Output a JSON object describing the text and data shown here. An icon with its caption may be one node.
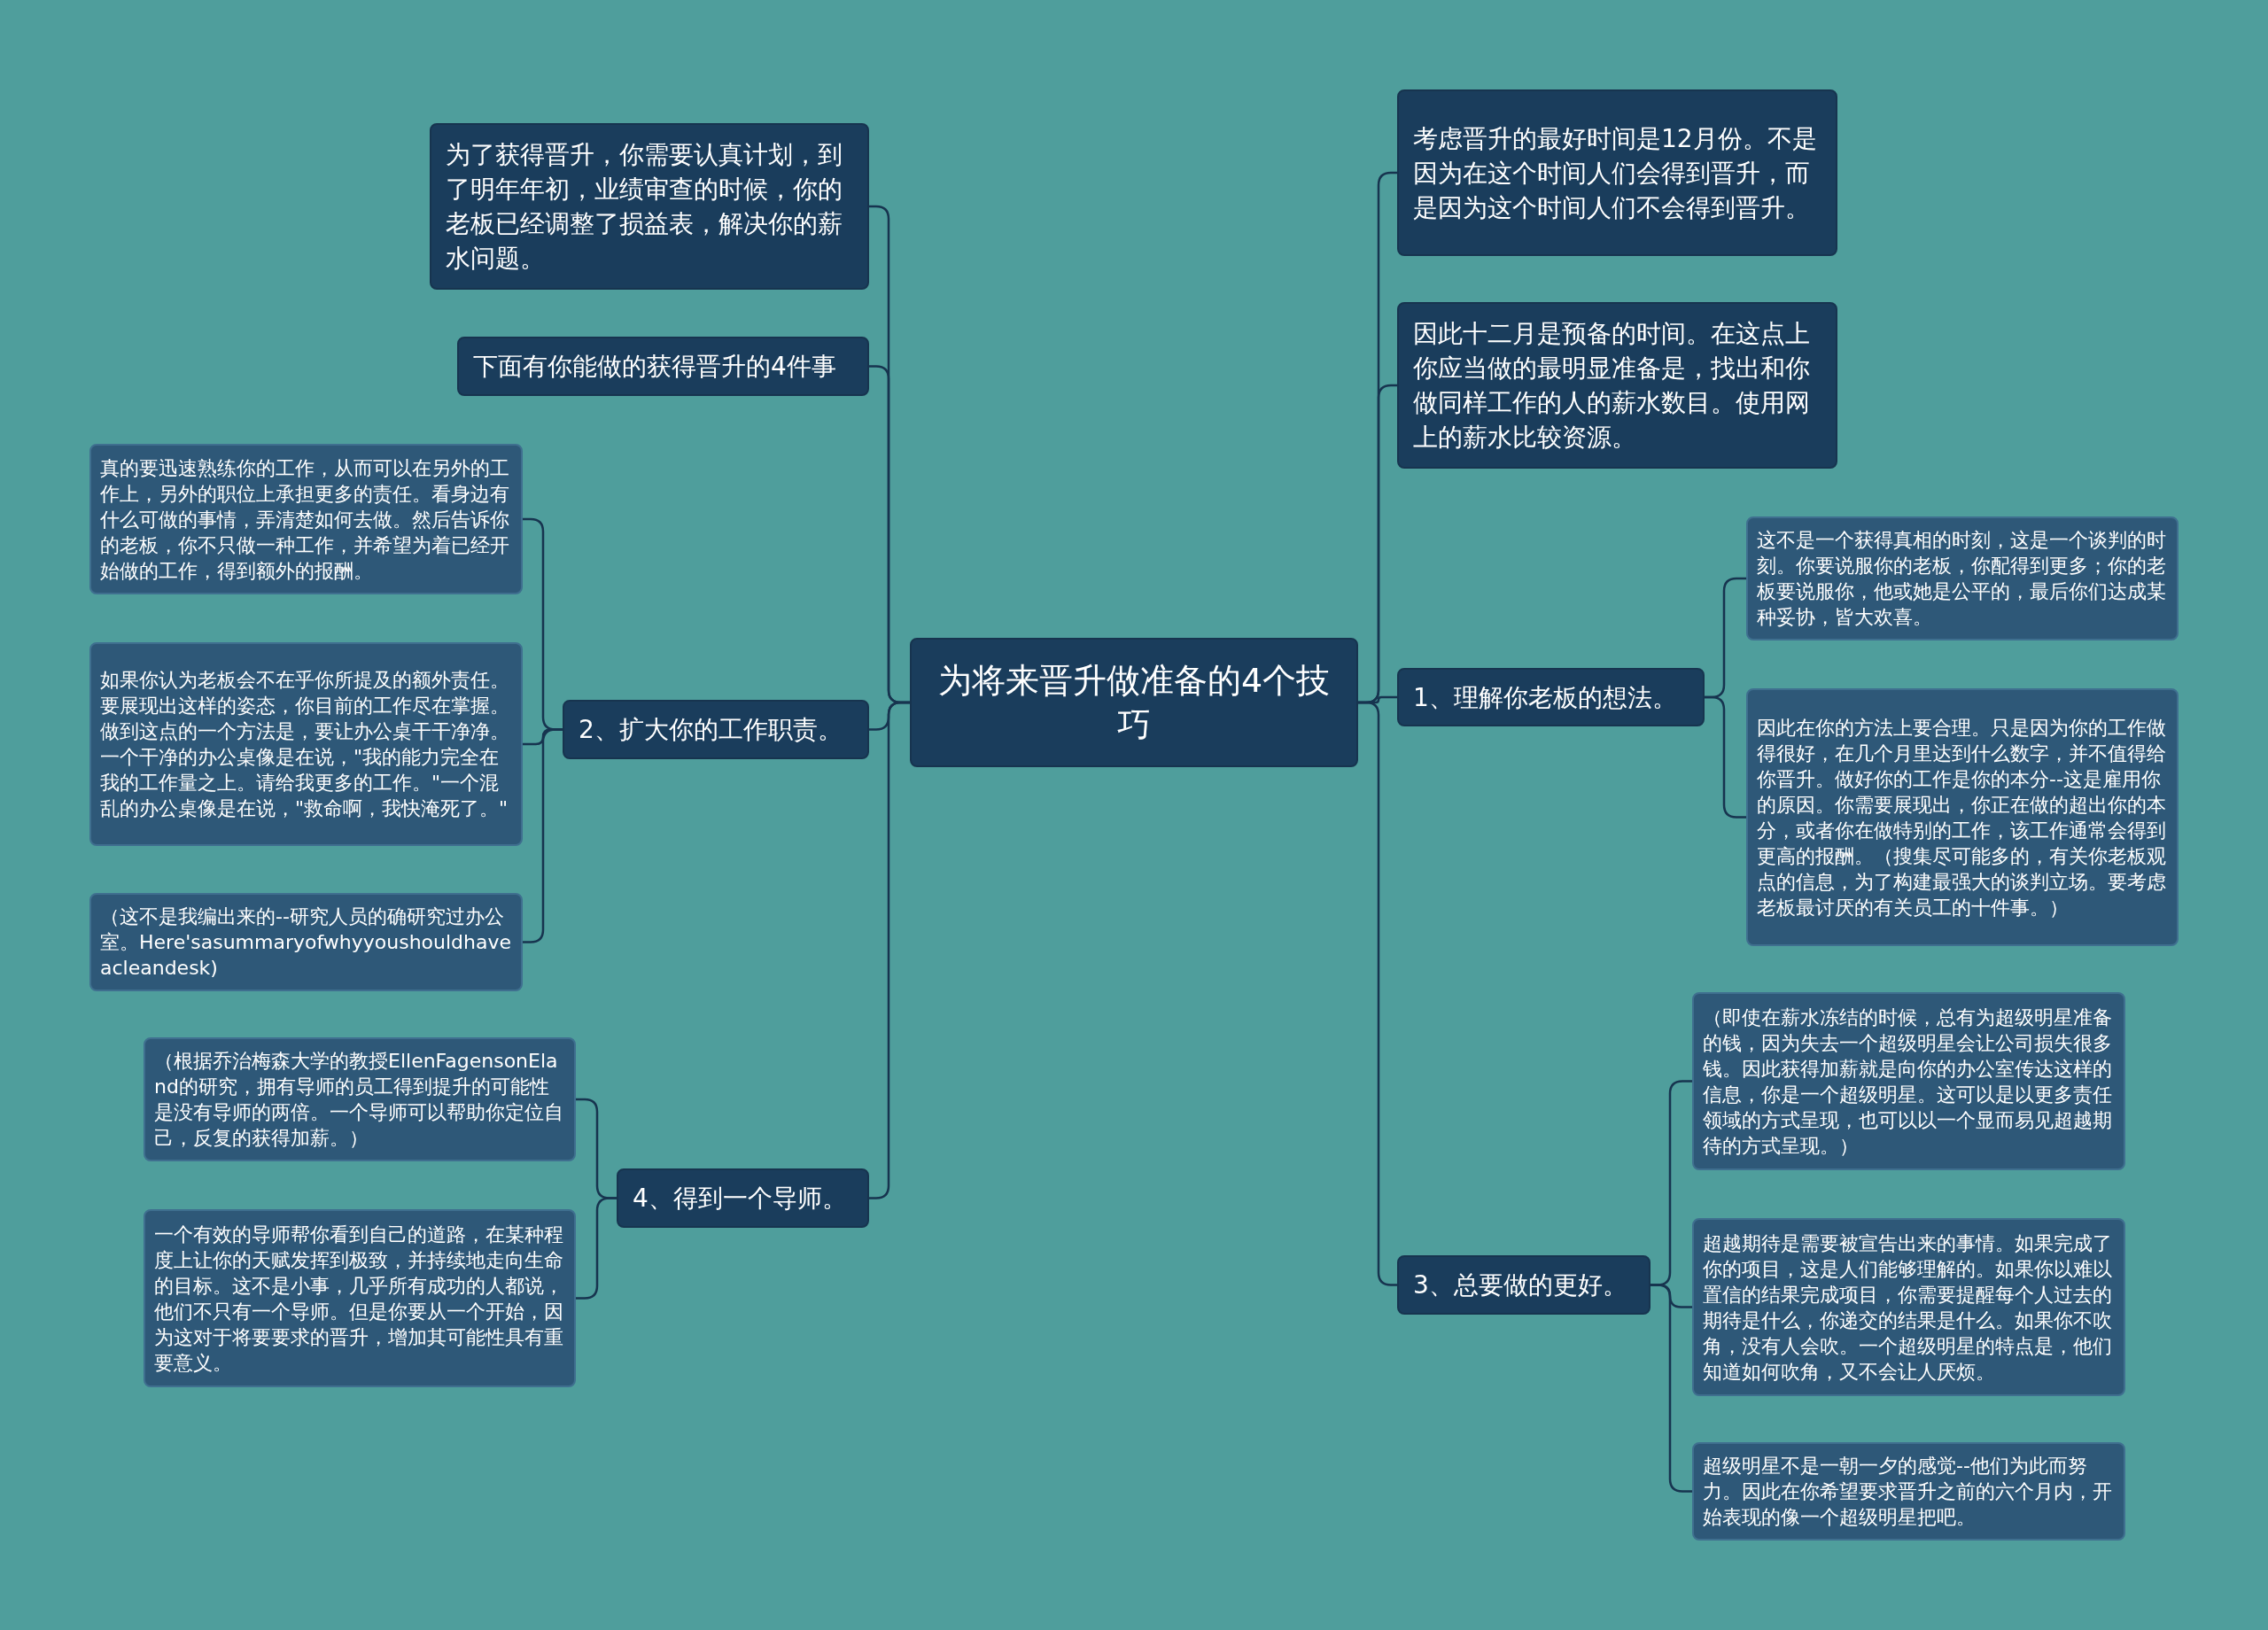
{
  "diagram": {
    "nodes": [
      {
        "text": [
          "为将来晋升做准备的4个技巧"
        ]
      },
      {
        "text": [
          "为了获得晋升，你需要认真计划，到了明年年初，业绩审查的时候，你的老板已经调整了损益表，解决你的薪水问题。"
        ]
      },
      {
        "text": [
          "下面有你能做的获得晋升的4件事"
        ]
      },
      {
        "text": [
          "2、扩大你的工作职责。"
        ]
      },
      {
        "text": [
          "真的要迅速熟练你的工作，从而可以在另外的工作上，另外的职位上承担更多的责任。看身边有什么可做的事情，弄清楚如何去做。然后告诉你的老板，你不只做一种工作，并希望为着已经开始做的工作，得到额外的报酬。"
        ]
      },
      {
        "text": [
          "如果你认为老板会不在乎你所提及的额外责任。要展现出这样的姿态，你目前的工作尽在掌握。做到这点的一个方法是，要让办公桌干干净净。一个干净的办公桌像是在说，\"我的能力完全在我的工作量之上。请给我更多的工作。\"一个混乱的办公桌像是在说，\"救命啊，我快淹死了。\""
        ]
      },
      {
        "text": [
          "（这不是我编出来的--研究人员的确研究过办公室。Here'sasummaryofwhyyoushouldhaveacleandesk)"
        ]
      },
      {
        "text": [
          "4、得到一个导师。"
        ]
      },
      {
        "text": [
          "（根据乔治梅森大学的教授EllenFagensonEland的研究，拥有导师的员工得到提升的可能性是没有导师的两倍。一个导师可以帮助你定位自己，反复的获得加薪。）"
        ]
      },
      {
        "text": [
          "一个有效的导师帮你看到自己的道路，在某种程度上让你的天赋发挥到极致，并持续地走向生命的目标。这不是小事，几乎所有成功的人都说，他们不只有一个导师。但是你要从一个开始，因为这对于将要要求的晋升，增加其可能性具有重要意义。"
        ]
      },
      {
        "text": [
          "考虑晋升的最好时间是12月份。不是因为在这个时间人们会得到晋升，而是因为这个时间人们不会得到晋升。"
        ]
      },
      {
        "text": [
          "因此十二月是预备的时间。在这点上你应当做的最明显准备是，找出和你做同样工作的人的薪水数目。使用网上的薪水比较资源。"
        ]
      },
      {
        "text": [
          "1、理解你老板的想法。"
        ]
      },
      {
        "text": [
          "这不是一个获得真相的时刻，这是一个谈判的时刻。你要说服你的老板，你配得到更多；你的老板要说服你，他或她是公平的，最后你们达成某种妥协，皆大欢喜。"
        ]
      },
      {
        "text": [
          "因此在你的方法上要合理。只是因为你的工作做得很好，在几个月里达到什么数字，并不值得给你晋升。做好你的工作是你的本分--这是雇用你的原因。你需要展现出，你正在做的超出你的本分，或者你在做特别的工作，该工作通常会得到更高的报酬。（搜集尽可能多的，有关你老板观点的信息，为了构建最强大的谈判立场。要考虑老板最讨厌的有关员工的十件事。）"
        ]
      },
      {
        "text": [
          "3、总要做的更好。"
        ]
      },
      {
        "text": [
          "（即使在薪水冻结的时候，总有为超级明星准备的钱，因为失去一个超级明星会让公司损失很多钱。因此获得加薪就是向你的办公室传达这样的信息，你是一个超级明星。这可以是以更多责任领域的方式呈现，也可以以一个显而易见超越期待的方式呈现。）"
        ]
      },
      {
        "text": [
          "超越期待是需要被宣告出来的事情。如果完成了你的项目，这是人们能够理解的。如果你以难以置信的结果完成项目，你需要提醒每个人过去的期待是什么，你递交的结果是什么。如果你不吹角，没有人会吹。一个超级明星的特点是，他们知道如何吹角，又不会让人厌烦。"
        ]
      },
      {
        "text": [
          "超级明星不是一朝一夕的感觉--他们为此而努力。因此在你希望要求晋升之前的六个月内，开始表现的像一个超级明星把吧。"
        ]
      }
    ],
    "edges": [
      {
        "from": 0,
        "to": 1,
        "arrow": "none"
      },
      {
        "from": 0,
        "to": 2,
        "arrow": "none"
      },
      {
        "from": 0,
        "to": 3,
        "arrow": "none"
      },
      {
        "from": 3,
        "to": 4,
        "arrow": "none"
      },
      {
        "from": 3,
        "to": 5,
        "arrow": "none"
      },
      {
        "from": 3,
        "to": 6,
        "arrow": "none"
      },
      {
        "from": 0,
        "to": 7,
        "arrow": "none"
      },
      {
        "from": 7,
        "to": 8,
        "arrow": "none"
      },
      {
        "from": 7,
        "to": 9,
        "arrow": "none"
      },
      {
        "from": 0,
        "to": 10,
        "arrow": "none"
      },
      {
        "from": 0,
        "to": 11,
        "arrow": "none"
      },
      {
        "from": 0,
        "to": 12,
        "arrow": "none"
      },
      {
        "from": 12,
        "to": 13,
        "arrow": "none"
      },
      {
        "from": 12,
        "to": 14,
        "arrow": "none"
      },
      {
        "from": 0,
        "to": 15,
        "arrow": "none"
      },
      {
        "from": 15,
        "to": 16,
        "arrow": "none"
      },
      {
        "from": 15,
        "to": 17,
        "arrow": "none"
      },
      {
        "from": 15,
        "to": 18,
        "arrow": "none"
      }
    ]
  }
}
